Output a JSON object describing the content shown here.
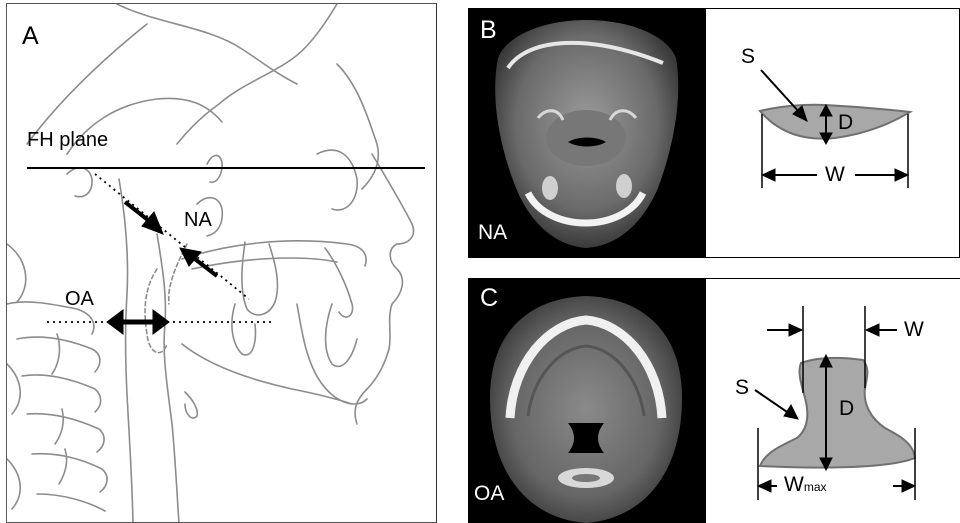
{
  "panel_a": {
    "letter": "A",
    "plane_label": "FH plane",
    "na_label": "NA",
    "oa_label": "OA"
  },
  "panel_b": {
    "letter": "B",
    "scan_label": "NA",
    "shape_label": "S",
    "depth_label": "D",
    "width_label": "W"
  },
  "panel_c": {
    "letter": "C",
    "scan_label": "OA",
    "shape_label": "S",
    "depth_label": "D",
    "width_label": "W",
    "wmax_main": "W",
    "wmax_sub": "max"
  },
  "colors": {
    "tracing": "#8c8c8c",
    "airway_fill": "#a8a8a8",
    "airway_stroke": "#707070",
    "scan_background": "#000000"
  }
}
